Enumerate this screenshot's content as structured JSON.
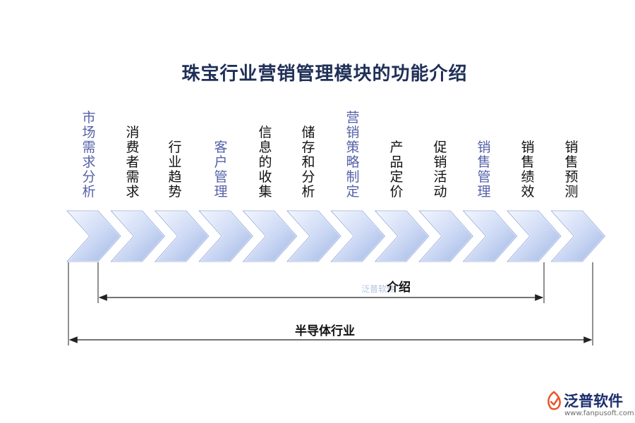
{
  "title": "珠宝行业营销管理模块的功能介绍",
  "steps": [
    {
      "label": "市场需求分析",
      "color": "blue"
    },
    {
      "label": "消费者需求",
      "color": "black"
    },
    {
      "label": "行业趋势",
      "color": "black"
    },
    {
      "label": "客户管理",
      "color": "blue"
    },
    {
      "label": "信息的收集",
      "color": "black"
    },
    {
      "label": "储存和分析",
      "color": "black"
    },
    {
      "label": "营销策略制定",
      "color": "blue"
    },
    {
      "label": "产品定价",
      "color": "black"
    },
    {
      "label": "促销活动",
      "color": "black"
    },
    {
      "label": "销售管理",
      "color": "blue"
    },
    {
      "label": "销售绩效",
      "color": "black"
    },
    {
      "label": "销售预测",
      "color": "black"
    }
  ],
  "inner_range_label": "介绍",
  "outer_range_label": "半导体行业",
  "watermark": "泛普软件",
  "logo": {
    "name": "泛普软件",
    "url": "www.fanpusoft.com"
  },
  "colors": {
    "chevron_light": "#eef2fd",
    "chevron_dark": "#a9bde8",
    "chevron_stroke": "#7b95cf",
    "blue_text": "#5562a8",
    "title": "#1f2f57"
  }
}
